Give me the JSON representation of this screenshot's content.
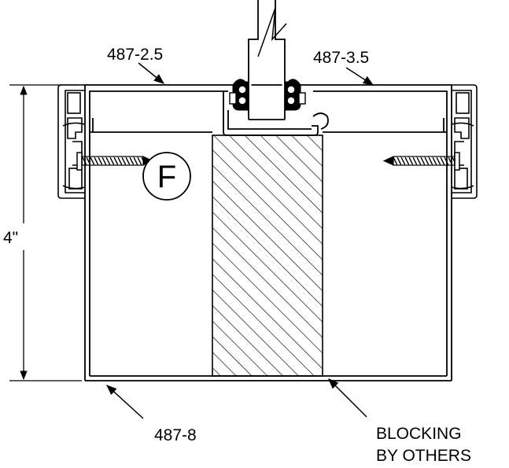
{
  "labels": {
    "part_left_top": "487-2.5",
    "part_right_top": "487-3.5",
    "height_dim": "4\"",
    "part_bottom": "487-8",
    "blocking_line1": "BLOCKING",
    "blocking_line2": "BY OTHERS"
  },
  "detail_marker": "F",
  "colors": {
    "line": "#000000",
    "background": "#ffffff"
  }
}
